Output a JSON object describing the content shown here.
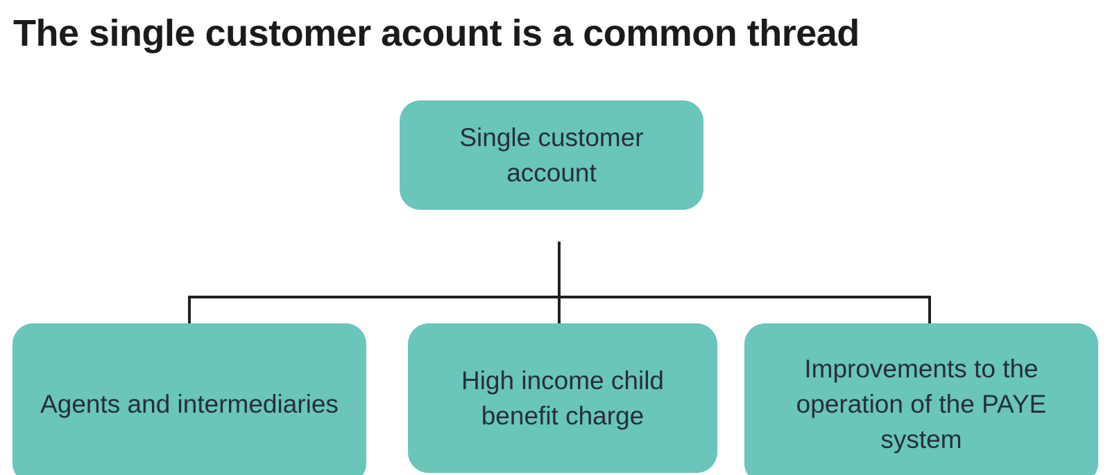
{
  "page": {
    "title": "The single customer acount is a common thread",
    "background_color": "#ffffff"
  },
  "theme": {
    "node_fill": "#6ac5bb",
    "node_text_color": "#243038",
    "title_color": "#1b1b1b",
    "connector_color": "#231f20"
  },
  "diagram": {
    "type": "tree",
    "root": {
      "label": "Single customer account"
    },
    "children": [
      {
        "label": "Agents and intermediaries"
      },
      {
        "label": "High income child benefit charge"
      },
      {
        "label": "Improvements to the operation of the PAYE system"
      }
    ]
  }
}
